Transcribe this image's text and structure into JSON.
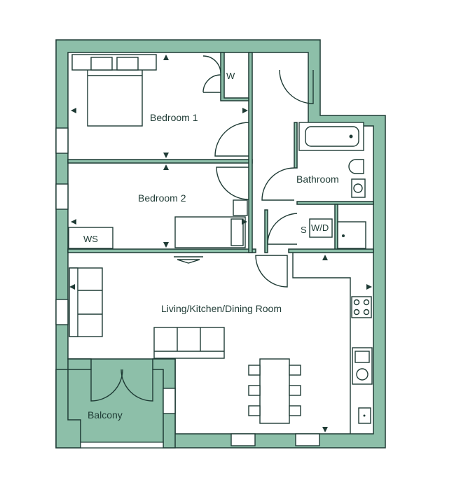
{
  "rooms": {
    "bedroom1": "Bedroom 1",
    "bedroom2": "Bedroom 2",
    "bathroom": "Bathroom",
    "living": "Living/Kitchen/Dining Room",
    "balcony": "Balcony"
  },
  "fixtures": {
    "wardrobe": "W",
    "workspace": "WS",
    "storage": "S",
    "washer_dryer": "W/D"
  },
  "colors": {
    "wall_fill": "#8dbfa9",
    "line": "#1f3b35"
  }
}
